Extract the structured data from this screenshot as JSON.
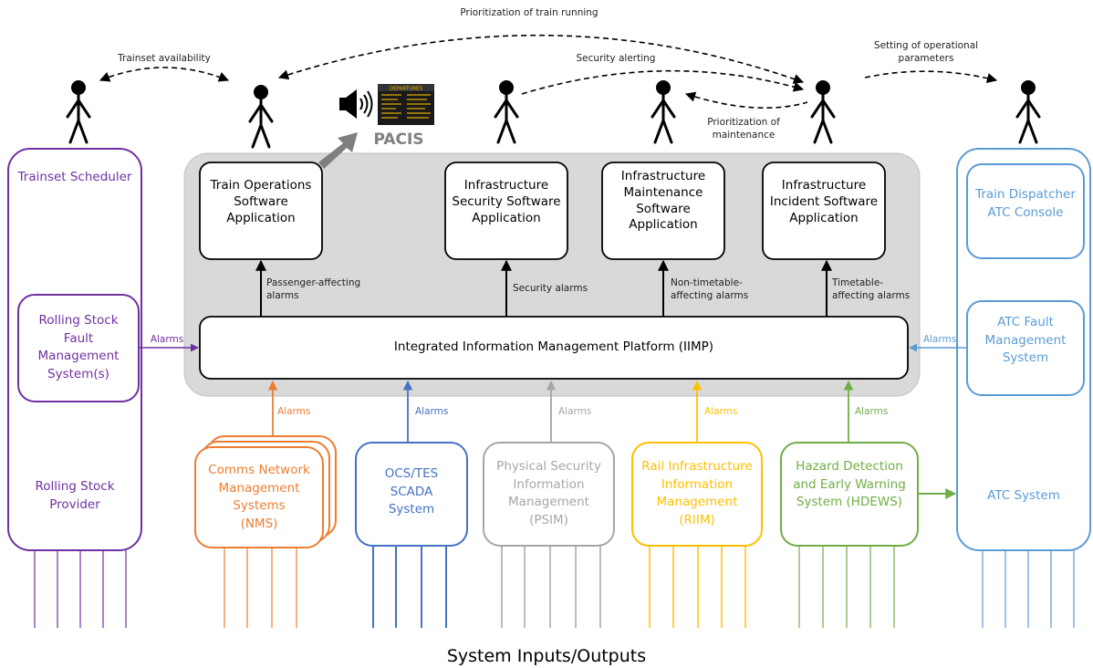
{
  "interactions": {
    "trainset_availability": "Trainset availability",
    "prioritization_train_running": "Prioritization of train running",
    "security_alerting": "Security alerting",
    "setting_operational_parameters": [
      "Setting of operational",
      "parameters"
    ],
    "prioritization_maintenance": [
      "Prioritization of",
      "maintenance"
    ]
  },
  "pacis": {
    "label": "PACIS",
    "board_title": "DEPARTURES"
  },
  "applications": {
    "train_operations": [
      "Train Operations",
      "Software",
      "Application"
    ],
    "infrastructure_security": [
      "Infrastructure",
      "Security Software",
      "Application"
    ],
    "infrastructure_maintenance": [
      "Infrastructure",
      "Maintenance",
      "Software",
      "Application"
    ],
    "infrastructure_incident": [
      "Infrastructure",
      "Incident Software",
      "Application"
    ]
  },
  "app_alarms": {
    "passenger_affecting": [
      "Passenger-affecting",
      "alarms"
    ],
    "security": [
      "Security alarms"
    ],
    "non_timetable": [
      "Non-timetable-",
      "affecting alarms"
    ],
    "timetable": [
      "Timetable-",
      "affecting alarms"
    ]
  },
  "iimp": "Integrated Information Management Platform (IIMP)",
  "left_panel": {
    "title": "Trainset Scheduler",
    "fault_system": [
      "Rolling Stock",
      "Fault",
      "Management",
      "System(s)"
    ],
    "provider": [
      "Rolling Stock",
      "Provider"
    ],
    "alarms": "Alarms"
  },
  "right_panel": {
    "console": [
      "Train Dispatcher",
      "ATC Console"
    ],
    "fault_system": [
      "ATC Fault",
      "Management",
      "System"
    ],
    "atc_system": "ATC System",
    "alarms": "Alarms"
  },
  "bottom_systems": {
    "nms": {
      "label": [
        "Comms Network",
        "Management",
        "Systems",
        "(NMS)"
      ],
      "alarms": "Alarms"
    },
    "scada": {
      "label": [
        "OCS/TES",
        "SCADA",
        "System"
      ],
      "alarms": "Alarms"
    },
    "psim": {
      "label": [
        "Physical Security",
        "Information",
        "Management",
        "(PSIM)"
      ],
      "alarms": "Alarms"
    },
    "riim": {
      "label": [
        "Rail Infrastructure",
        "Information",
        "Management",
        "(RIIM)"
      ],
      "alarms": "Alarms"
    },
    "hdews": {
      "label": [
        "Hazard Detection",
        "and Early Warning",
        "System (HDEWS)"
      ],
      "alarms": "Alarms"
    }
  },
  "footer": "System Inputs/Outputs",
  "colors": {
    "purple": "#7030a0",
    "orange": "#ed7d31",
    "blue": "#4472c4",
    "grey": "#a6a6a6",
    "gold": "#ffc000",
    "green": "#70ad47",
    "lightblue": "#5b9bd5",
    "platform": "#d9d9d9"
  }
}
